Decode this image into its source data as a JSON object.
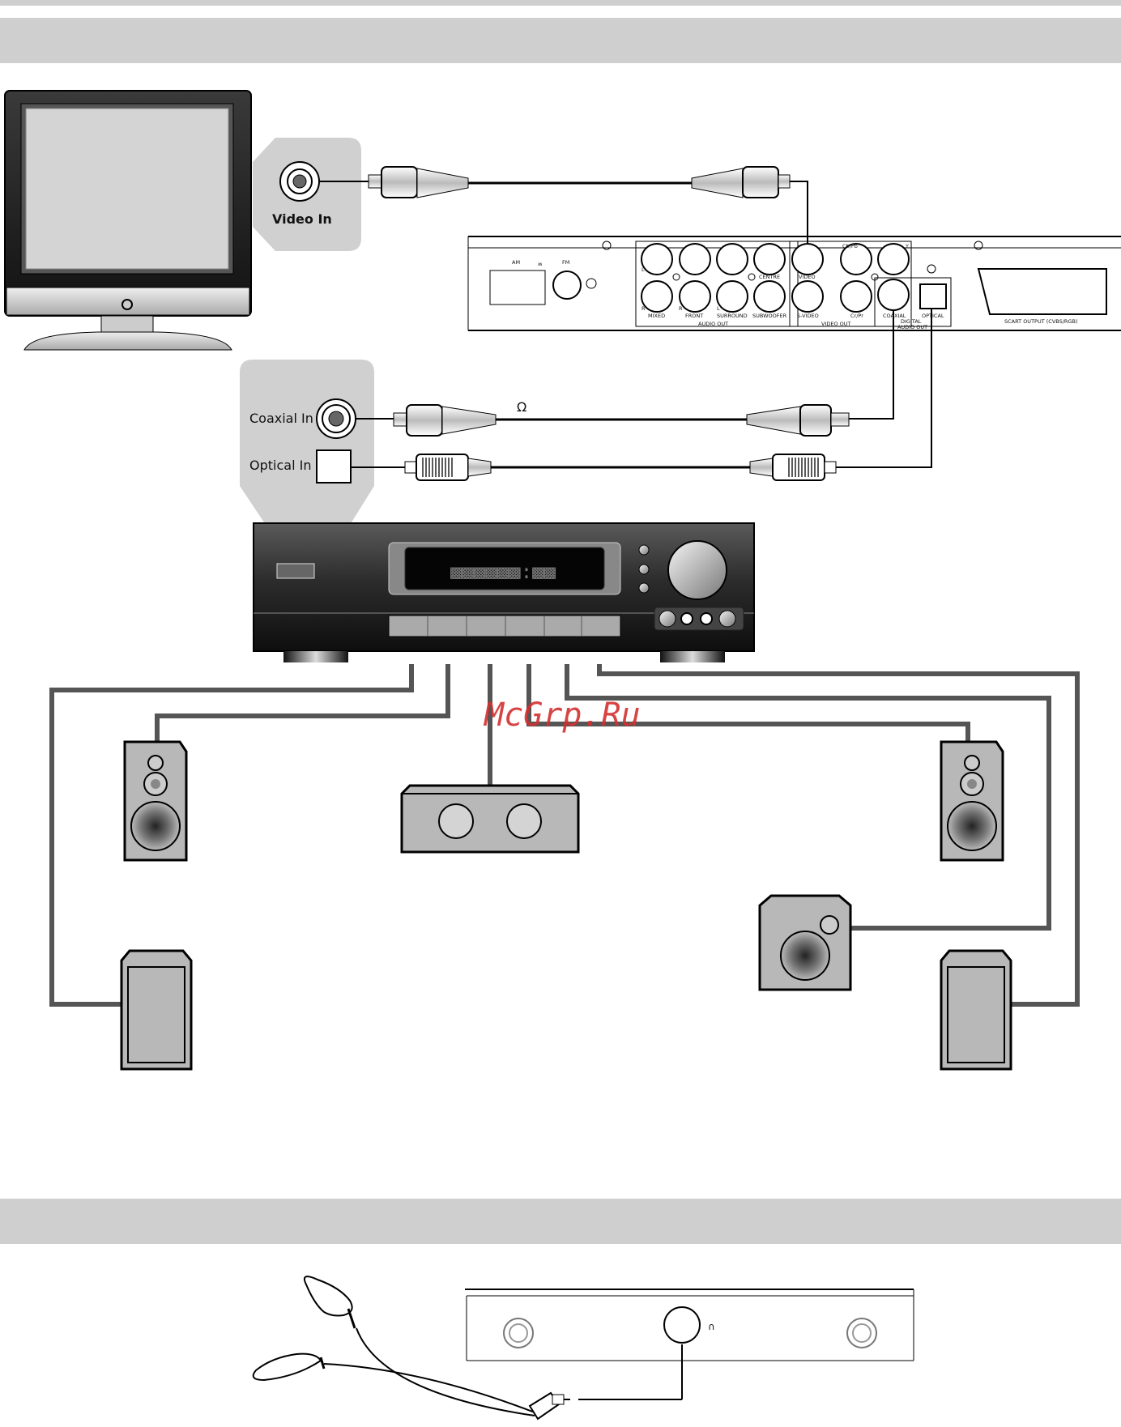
{
  "tv": {
    "video_in_label": "Video In"
  },
  "player_panel": {
    "am_label": "AM",
    "fm_label": "FM",
    "centre_label": "CENTRE",
    "video_label": "VIDEO",
    "cbpb_label": "Cb/Pb",
    "y_label": "Y",
    "mixed_label": "MIXED",
    "front_label": "FRONT",
    "surround_label": "SURROUND",
    "subwoofer_label": "SUBWOOFER",
    "svideo_label": "S-VIDEO",
    "crpr_label": "Cr/Pr",
    "coaxial_label": "COAXIAL",
    "optical_label": "OPTICAL",
    "audio_out_label": "AUDIO OUT",
    "video_out_label": "VIDEO OUT",
    "digital_audio_out_label_1": "DIGITAL",
    "digital_audio_out_label_2": "AUDIO OUT",
    "scart_label": "SCART OUTPUT (CVBS/RGB)",
    "l_label": "L",
    "r_label": "R"
  },
  "receiver": {
    "coaxial_in_label": "Coaxial In",
    "optical_in_label": "Optical In",
    "cable_symbol": "Ω"
  },
  "watermark": "McGrp.Ru",
  "headphone_symbol": "∩"
}
